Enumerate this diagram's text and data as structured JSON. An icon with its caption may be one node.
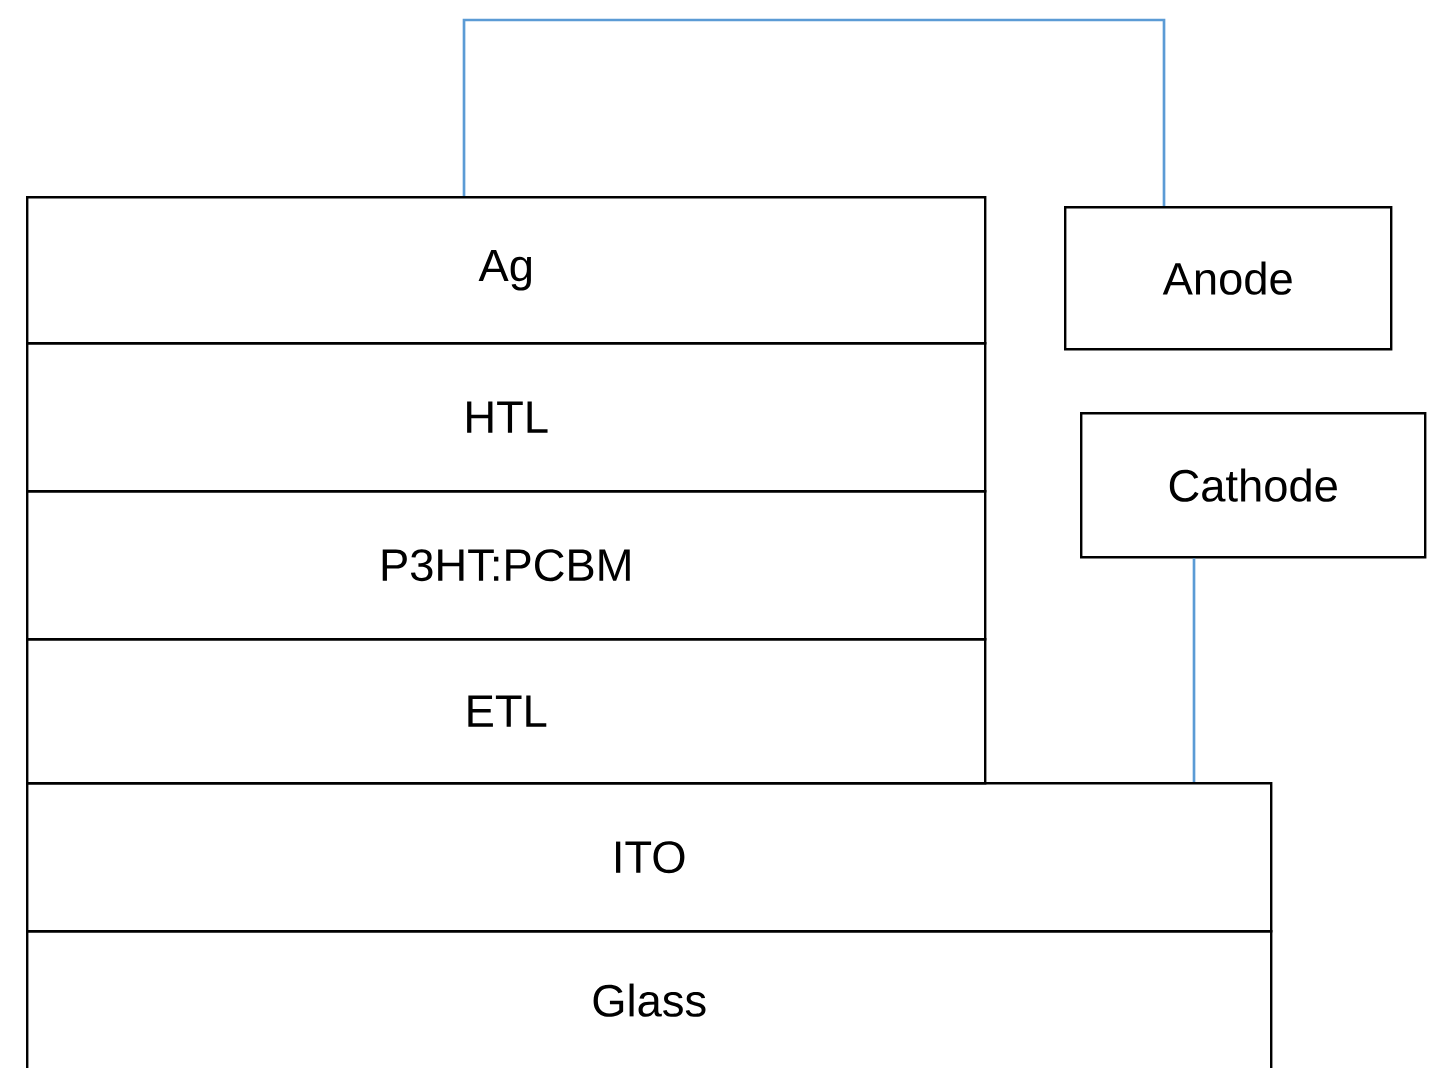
{
  "diagram": {
    "nodes": [
      {
        "text": [
          "Ag"
        ]
      },
      {
        "text": [
          "HTL"
        ]
      },
      {
        "text": [
          "P3HT:PCBM"
        ]
      },
      {
        "text": [
          "ETL"
        ]
      },
      {
        "text": [
          "ITO"
        ]
      },
      {
        "text": [
          "Glass"
        ]
      },
      {
        "text": [
          "Anode"
        ]
      },
      {
        "text": [
          "Cathode"
        ]
      }
    ],
    "edges": [
      {
        "from": 0,
        "to": 6,
        "arrow": "none"
      },
      {
        "from": 7,
        "to": 4,
        "arrow": "none"
      }
    ]
  }
}
